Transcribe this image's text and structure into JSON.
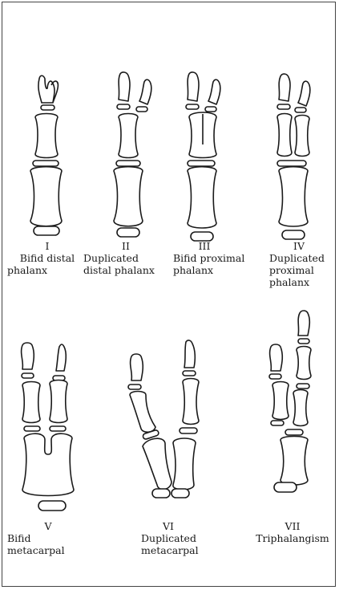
{
  "types": [
    {
      "numeral": "I",
      "lines": [
        "Bifid distal",
        "phalanx"
      ]
    },
    {
      "numeral": "II",
      "lines": [
        "Duplicated",
        "distal phalanx"
      ]
    },
    {
      "numeral": "III",
      "lines": [
        "Bifid proximal",
        "phalanx"
      ]
    },
    {
      "numeral": "IV",
      "lines": [
        "Duplicated",
        "proximal",
        "phalanx"
      ]
    },
    {
      "numeral": "V",
      "lines": [
        "Bifid",
        "metacarpal"
      ]
    },
    {
      "numeral": "VI",
      "lines": [
        "Duplicated",
        "metacarpal"
      ]
    },
    {
      "numeral": "VII",
      "lines": [
        "Triphalangism"
      ]
    }
  ]
}
